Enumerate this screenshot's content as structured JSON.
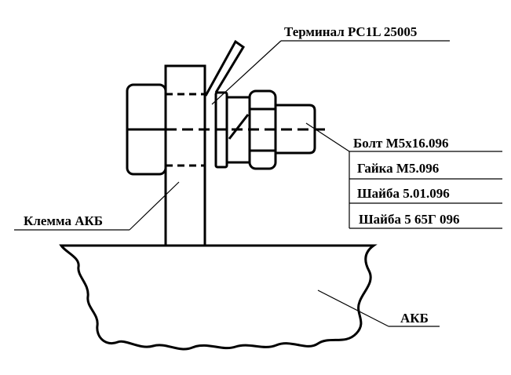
{
  "labels": {
    "terminal": "Терминал PC1L 25005",
    "bolt": "Болт М5x16.096",
    "nut": "Гайка М5.096",
    "washer1": "Шайба 5.01.096",
    "washer2": "Шайба 5 65Г 096",
    "clamp": "Клемма АКБ",
    "battery": "АКБ"
  }
}
